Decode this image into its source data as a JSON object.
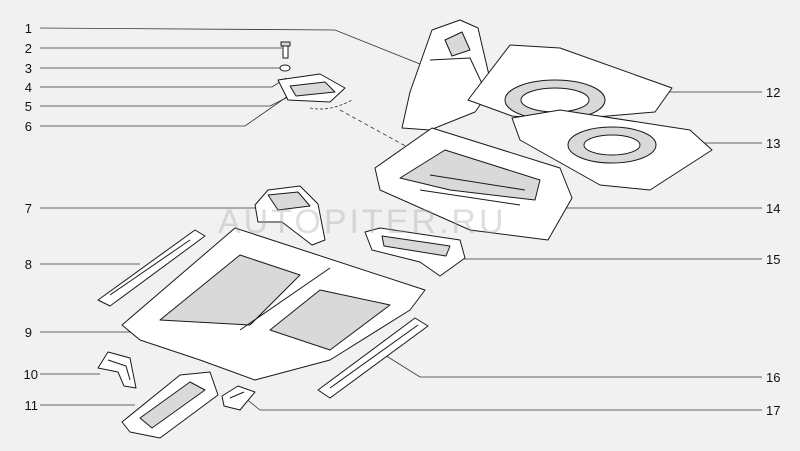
{
  "diagram": {
    "title": "Floor panel assembly",
    "watermark": "AUTOPITER.RU",
    "callouts_left": [
      "1",
      "2",
      "3",
      "4",
      "5",
      "6",
      "7",
      "8",
      "9",
      "10",
      "11"
    ],
    "callouts_right": [
      "12",
      "13",
      "14",
      "15",
      "16",
      "17"
    ]
  },
  "colors": {
    "background": "#f1f1f1",
    "line": "#1a1a1a",
    "leader": "#333333",
    "part_fill": "#ffffff",
    "shade": "#d9d9d9"
  }
}
